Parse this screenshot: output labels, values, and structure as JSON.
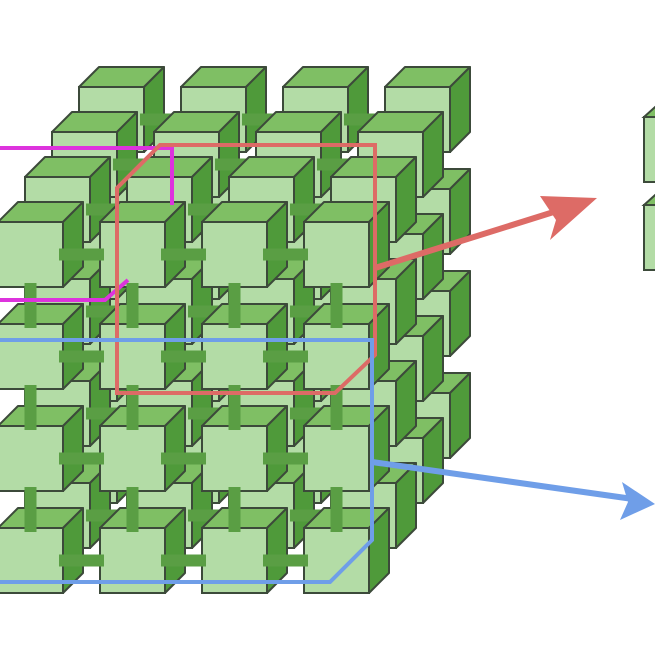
{
  "diagram": {
    "description_items": [],
    "colors": {
      "background": "#ffffff",
      "cube_front": "#b3dca6",
      "cube_top": "#7fbf64",
      "cube_side": "#4f9a3a",
      "cube_edge": "#3c4a3a",
      "connector": "#5a9e44",
      "highlight_red": "#dd6b66",
      "highlight_blue": "#6f9ee8",
      "highlight_magenta": "#dd33dd"
    },
    "grid": {
      "columns": 4,
      "rows": 4,
      "layers": 4
    },
    "icons": {
      "red_region": "red-selection-outline",
      "blue_region": "blue-selection-outline",
      "magenta_region": "magenta-selection-outline",
      "red_arrow": "arrow-right-icon",
      "blue_arrow": "arrow-right-icon"
    }
  }
}
